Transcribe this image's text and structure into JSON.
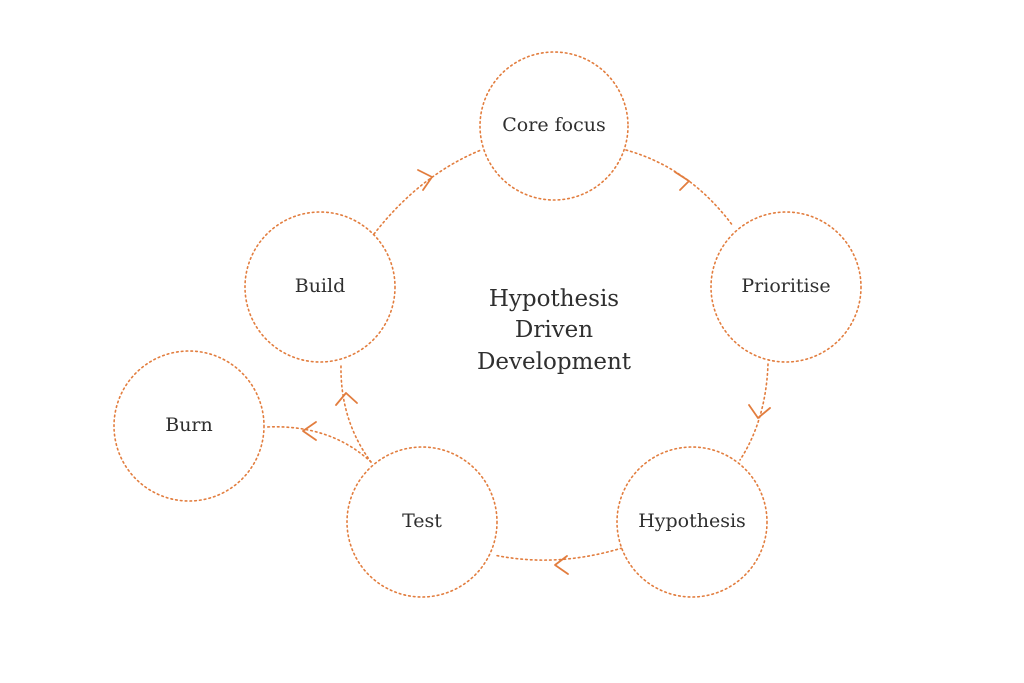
{
  "diagram": {
    "center_title": [
      "Hypothesis",
      "Driven",
      "Development"
    ],
    "nodes": {
      "core_focus": "Core focus",
      "prioritise": "Prioritise",
      "hypothesis": "Hypothesis",
      "test": "Test",
      "build": "Build",
      "burn": "Burn"
    },
    "accent_color": "#e27d3e"
  }
}
